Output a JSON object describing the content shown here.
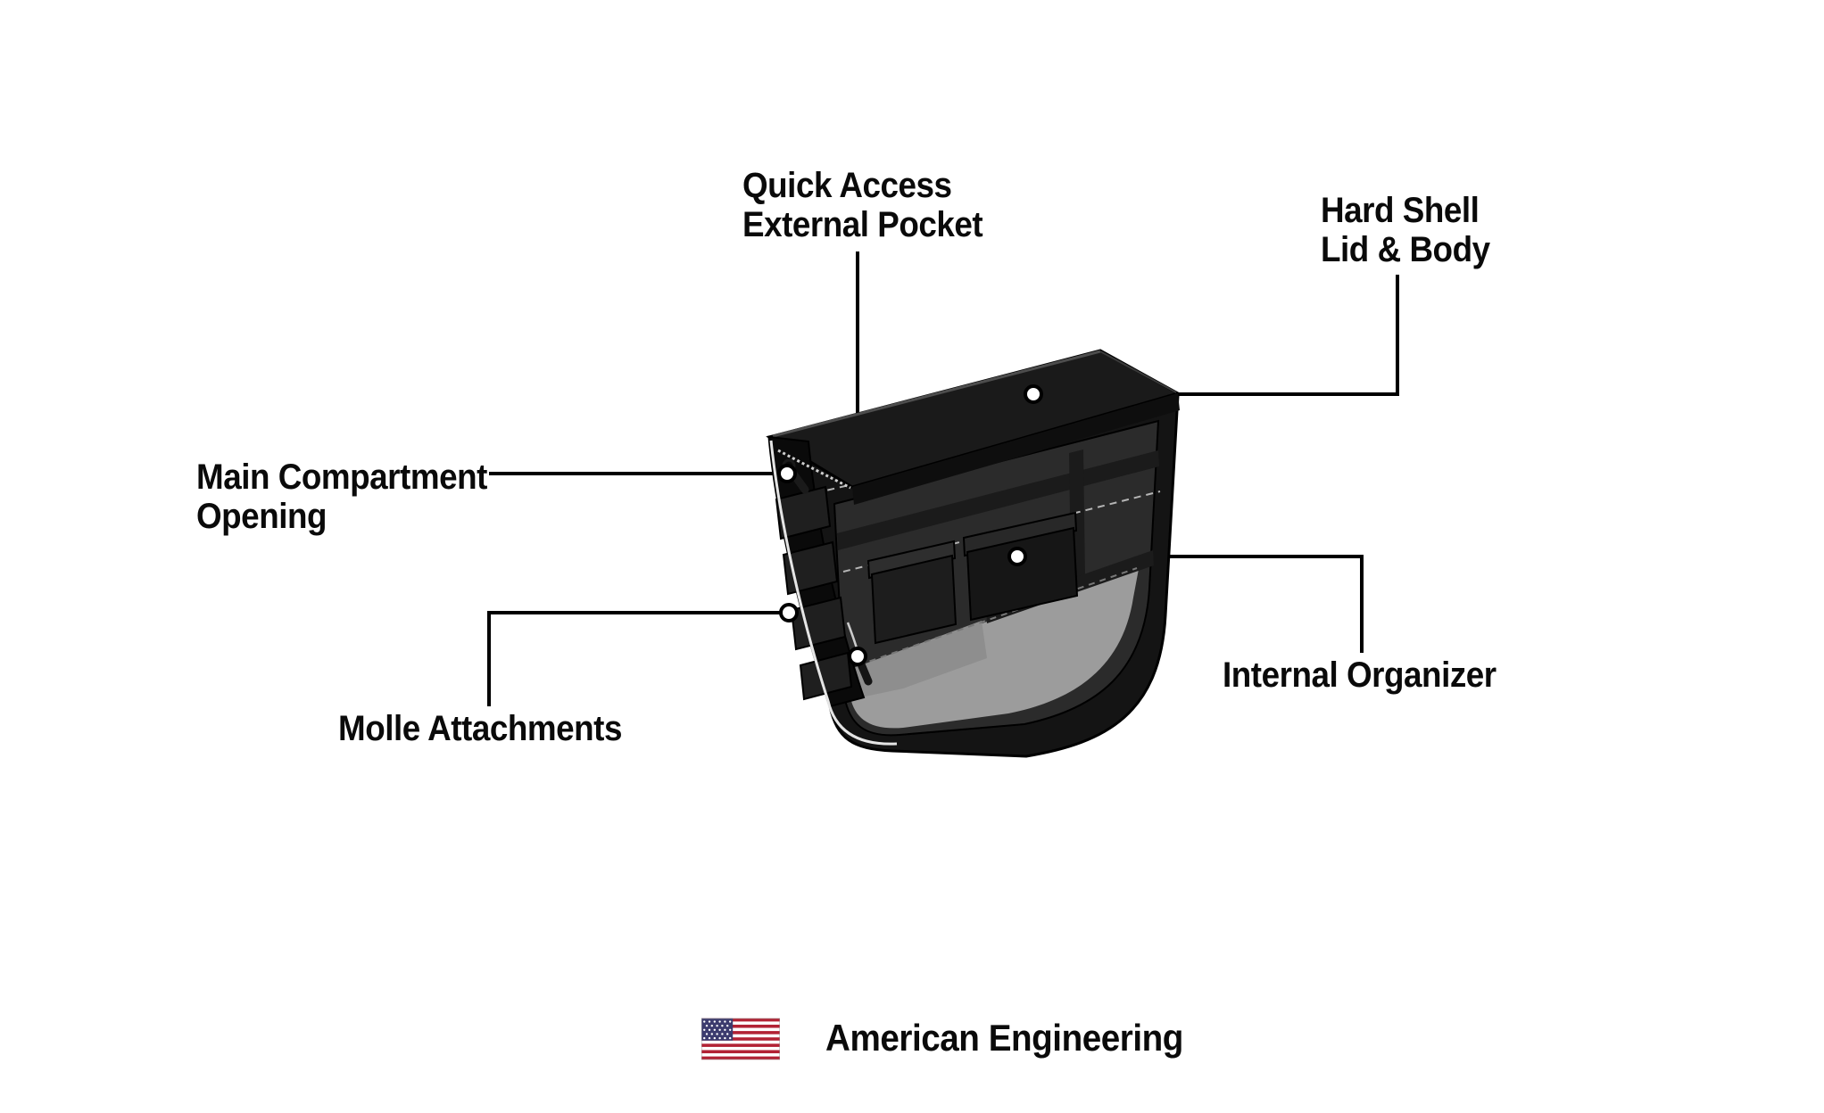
{
  "page": {
    "background": "#ffffff"
  },
  "callouts": {
    "quick_access": {
      "line1": "Quick Access",
      "line2": "External Pocket"
    },
    "hard_shell": {
      "line1": "Hard Shell",
      "line2": "Lid & Body"
    },
    "main_compartment": {
      "line1": "Main Compartment",
      "line2": "Opening"
    },
    "molle_attachments": {
      "line1": "Molle Attachments"
    },
    "internal_organizer": {
      "line1": "Internal Organizer"
    }
  },
  "footer": {
    "tagline": "American Engineering",
    "flag_icon": "us-flag-icon"
  },
  "illustration": {
    "subject": "hard shell motorcycle saddlebag cutaway",
    "colors": {
      "shell_black": "#141414",
      "lid_black": "#1a1a1a",
      "interior_dark": "#2b2b2b",
      "interior_floor_gray": "#9c9c9c",
      "stitch_gray": "#b5b5b5",
      "callout_line": "#000000",
      "flag_red": "#B22234",
      "flag_blue": "#3C3B6E",
      "flag_white": "#ffffff"
    }
  }
}
